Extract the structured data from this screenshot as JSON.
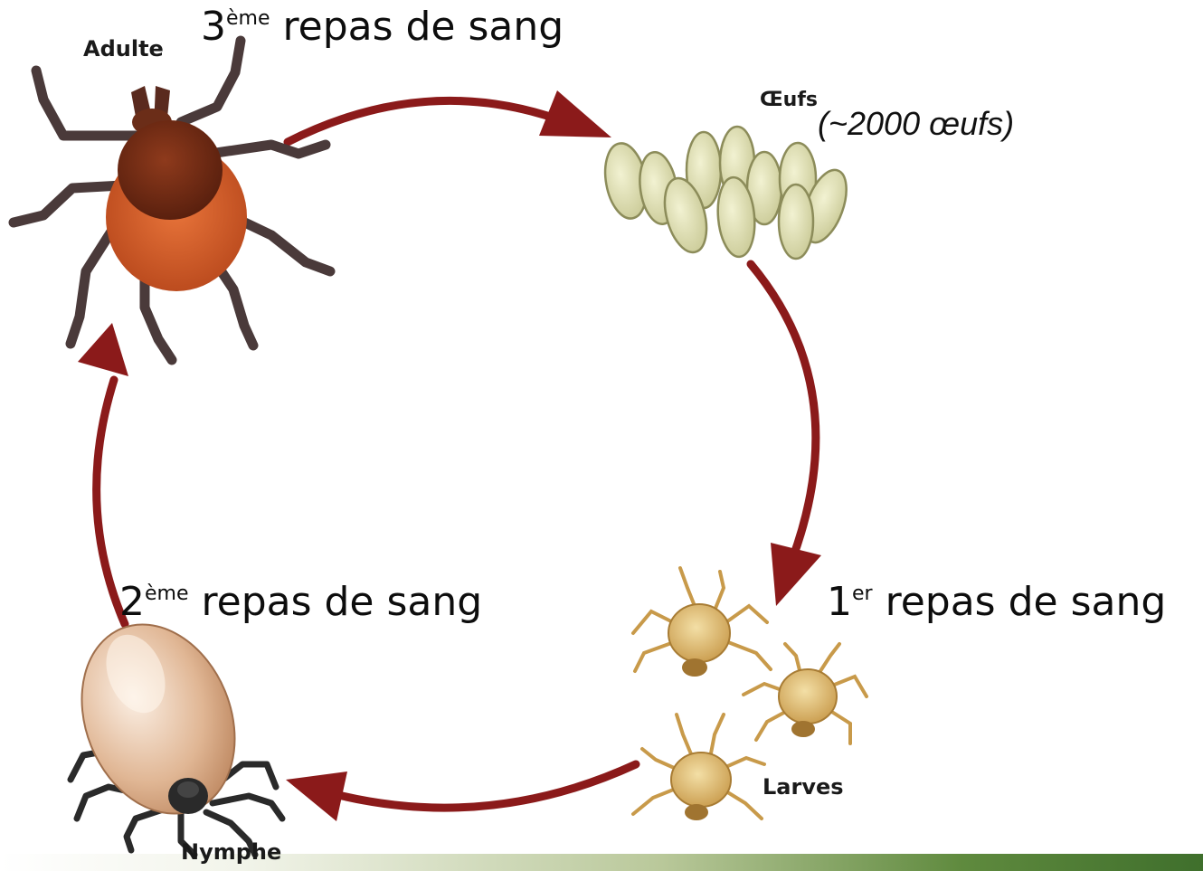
{
  "stages": {
    "adult": "Adulte",
    "eggs": "Œufs",
    "eggs_count": "(~2000 œufs)",
    "larvae": "Larves",
    "nymph": "Nymphe"
  },
  "meals": {
    "first": {
      "num": "1",
      "sup": "er",
      "text": " repas de sang"
    },
    "second": {
      "num": "2",
      "sup": "ème",
      "text": " repas de sang"
    },
    "third": {
      "num": "3",
      "sup": "ème",
      "text": " repas de sang"
    }
  },
  "colors": {
    "arrow": "#8b1a1a",
    "adult_body": "#d9622b",
    "adult_shield": "#7a2f16",
    "egg": "#dcdcae",
    "larva": "#d9b56a",
    "nymph": "#e8c3a4",
    "legs": "#4a3a3a"
  }
}
